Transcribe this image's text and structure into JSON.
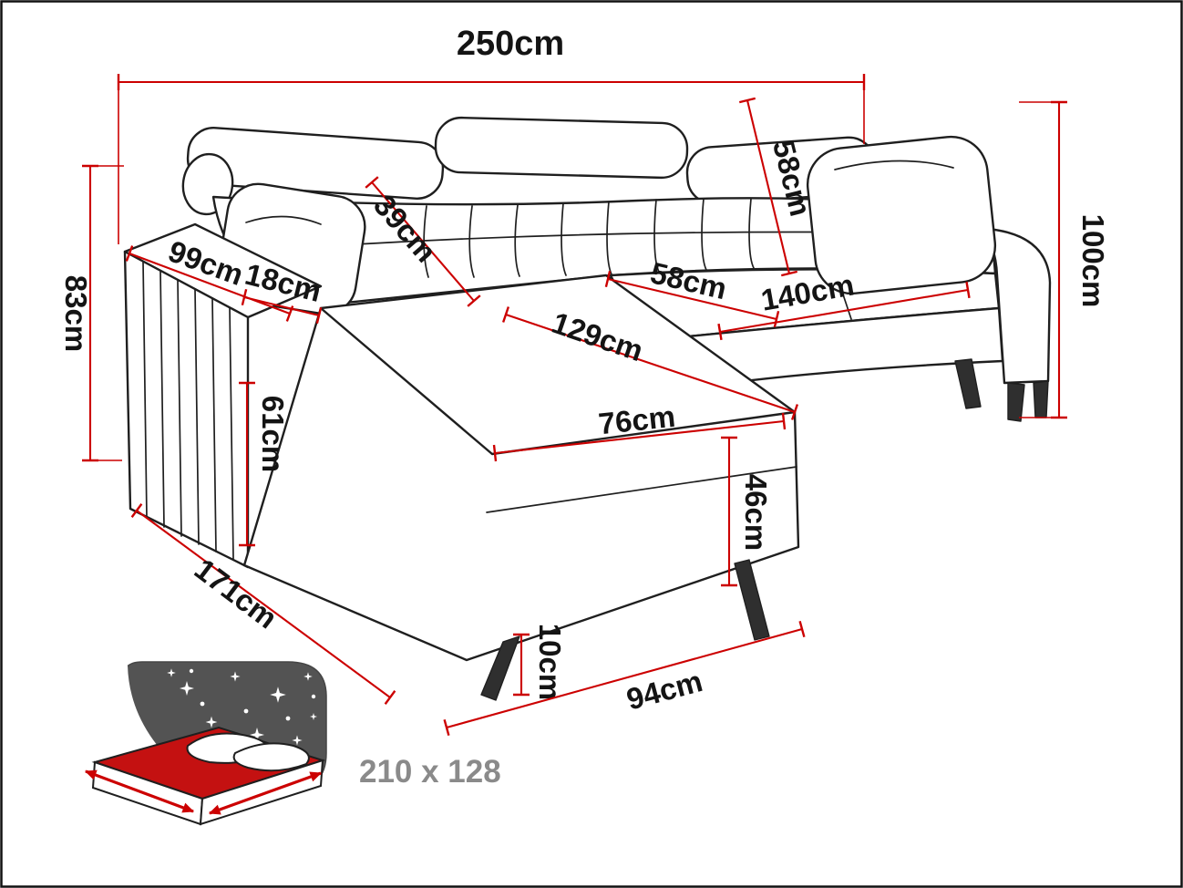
{
  "colors": {
    "outline": "#1f1f1f",
    "dimension_red": "#cc0000",
    "mattress_red": "#c41111",
    "canopy_gray": "#535353",
    "sleeping_text_gray": "#8a8a8a",
    "background": "#ffffff"
  },
  "dimensions": {
    "overall_width": "250cm",
    "backrest_height": "58cm",
    "total_height": "100cm",
    "armrest_height": "83cm",
    "armrest_length": "99cm",
    "armrest_width": "18cm",
    "back_cushion_height": "39cm",
    "seat_depth": "58cm",
    "seat_width": "140cm",
    "chaise_seat_width": "129cm",
    "arm_front_height": "61cm",
    "chaise_seat_front": "76cm",
    "seat_height": "46cm",
    "total_depth": "171cm",
    "leg_height": "10cm",
    "chaise_front_width": "94cm"
  },
  "sleeping_area": {
    "label": "210 x 128"
  }
}
